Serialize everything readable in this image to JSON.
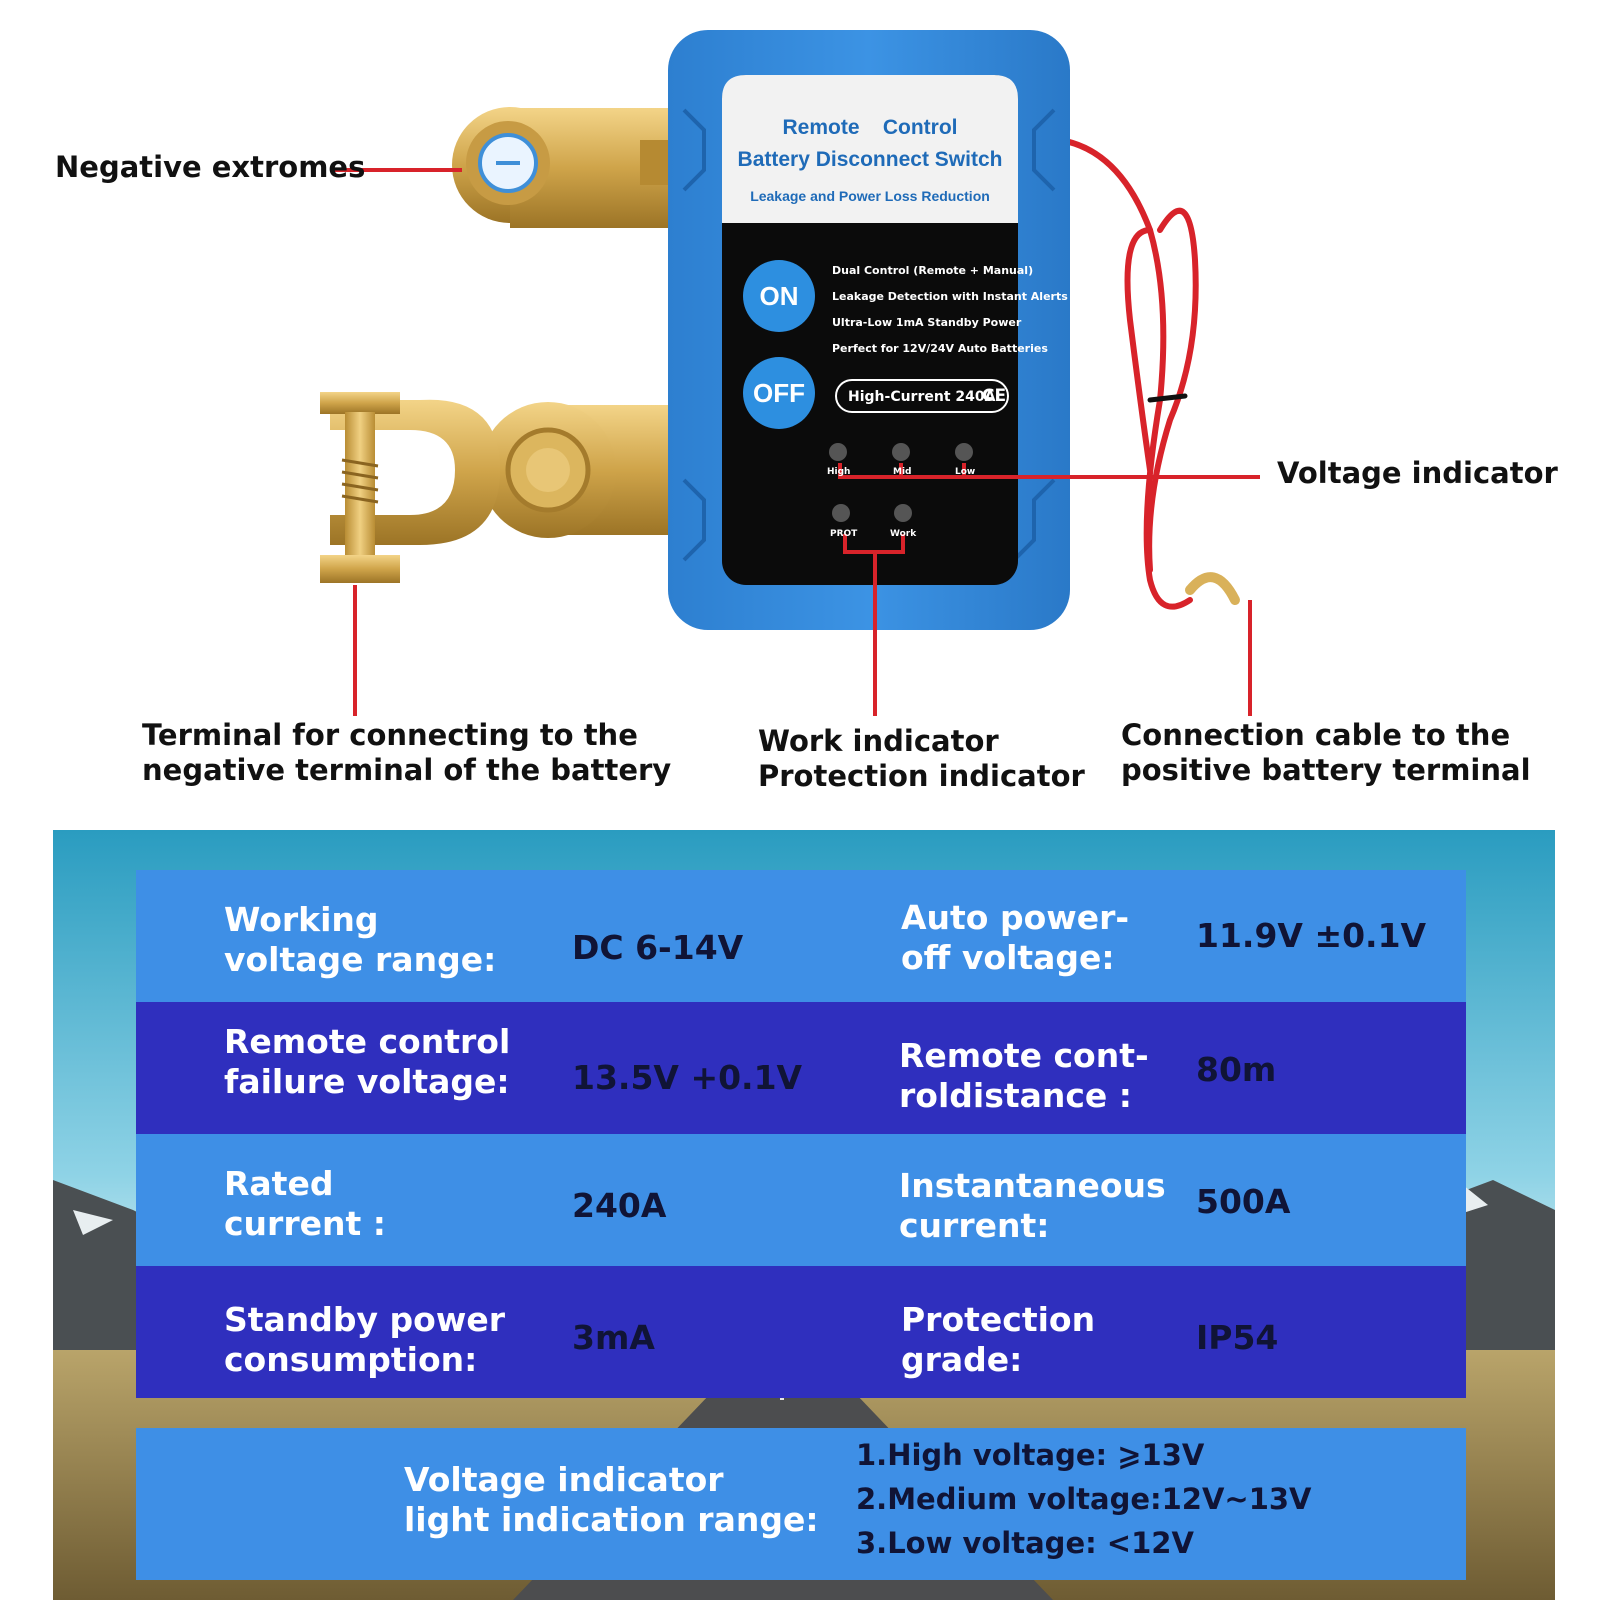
{
  "device": {
    "header_line1": "Remote    Control",
    "header_line2": "Battery Disconnect Switch",
    "header_line3": "Leakage and Power Loss Reduction",
    "on_label": "ON",
    "off_label": "OFF",
    "features": [
      "Dual Control (Remote + Manual)",
      "Leakage Detection with Instant Alerts",
      "Ultra-Low 1mA Standby Power",
      "Perfect for 12V/24V Auto Batteries"
    ],
    "current_badge": "High-Current 240A",
    "ce_mark": "CE",
    "led_labels": [
      "High",
      "Mid",
      "Low",
      "PROT",
      "Work"
    ],
    "colors": {
      "body": "#2f86d6",
      "panel": "#0b0b0b",
      "terminal": "#d9b15a",
      "cable": "#d8232a"
    }
  },
  "callouts": {
    "negative_extremes": "Negative extromes",
    "voltage_indicator": "Voltage indicator",
    "terminal_line1": "Terminal for connecting to the",
    "terminal_line2": "negative terminal of the battery",
    "work_line1": "Work indicator",
    "work_line2": "Protection indicator",
    "cable_line1": "Connection cable to the",
    "cable_line2": "positive battery terminal"
  },
  "specs": {
    "rows": [
      {
        "k1a": "Working",
        "k1b": "voltage range:",
        "v1": "DC 6-14V",
        "k2a": "Auto power-",
        "k2b": "off voltage:",
        "v2": "11.9V ±0.1V"
      },
      {
        "k1a": "Remote control",
        "k1b": "failure voltage:",
        "v1": "13.5V +0.1V",
        "k2a": "Remote cont-",
        "k2b": "roldistance :",
        "v2": "80m"
      },
      {
        "k1a": "Rated",
        "k1b": "current :",
        "v1": "240A",
        "k2a": "Instantaneous",
        "k2b": "current:",
        "v2": "500A"
      },
      {
        "k1a": "Standby power",
        "k1b": "consumption:",
        "v1": "3mA",
        "k2a": "Protection",
        "k2b": "grade:",
        "v2": "IP54"
      }
    ],
    "voltage_title1": "Voltage indicator",
    "voltage_title2": "light indication range:",
    "voltage_items": [
      "1.High voltage: ⩾13V",
      "2.Medium voltage:12V~13V",
      "3.Low voltage: <12V"
    ],
    "colors": {
      "row_light": "#3e8fe6",
      "row_dark": "#2f2fbe",
      "value_text": "#101436"
    }
  }
}
